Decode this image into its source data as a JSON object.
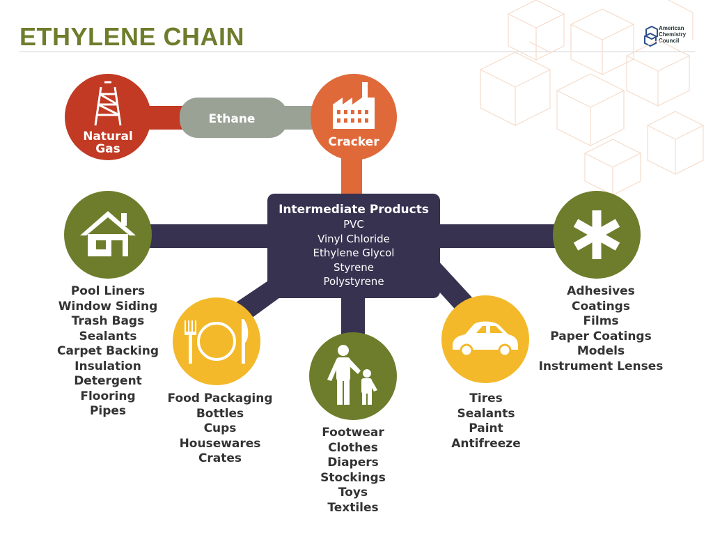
{
  "title": "ETHYLENE CHAIN",
  "logo": {
    "lines": [
      "American",
      "Chemistry",
      "Council"
    ]
  },
  "colors": {
    "olive": "#6e7d2c",
    "red": "#c23a24",
    "orange": "#e0693a",
    "gray_pipe": "#9aa296",
    "navy": "#373250",
    "yellow": "#f3b92a",
    "cube_line": "#f5dccb"
  },
  "sources": {
    "natural_gas": [
      "Natural",
      "Gas"
    ],
    "ethane": "Ethane",
    "cracker": "Cracker"
  },
  "intermediate": {
    "title": "Intermediate Products",
    "items": [
      "PVC",
      "Vinyl Chloride",
      "Ethylene Glycol",
      "Styrene",
      "Polystyrene"
    ]
  },
  "end_products": {
    "construction": {
      "icon": "house-icon",
      "items": [
        "Pool Liners",
        "Window Siding",
        "Trash Bags",
        "Sealants",
        "Carpet Backing",
        "Insulation",
        "Detergent",
        "Flooring",
        "Pipes"
      ]
    },
    "food": {
      "icon": "plate-fork-knife-icon",
      "items": [
        "Food Packaging",
        "Bottles",
        "Cups",
        "Housewares",
        "Crates"
      ]
    },
    "family": {
      "icon": "adult-child-icon",
      "items": [
        "Footwear",
        "Clothes",
        "Diapers",
        "Stockings",
        "Toys",
        "Textiles"
      ]
    },
    "automotive": {
      "icon": "car-icon",
      "items": [
        "Tires",
        "Sealants",
        "Paint",
        "Antifreeze"
      ]
    },
    "other": {
      "icon": "asterisk-icon",
      "items": [
        "Adhesives",
        "Coatings",
        "Films",
        "Paper Coatings",
        "Models",
        "Instrument Lenses"
      ]
    }
  }
}
